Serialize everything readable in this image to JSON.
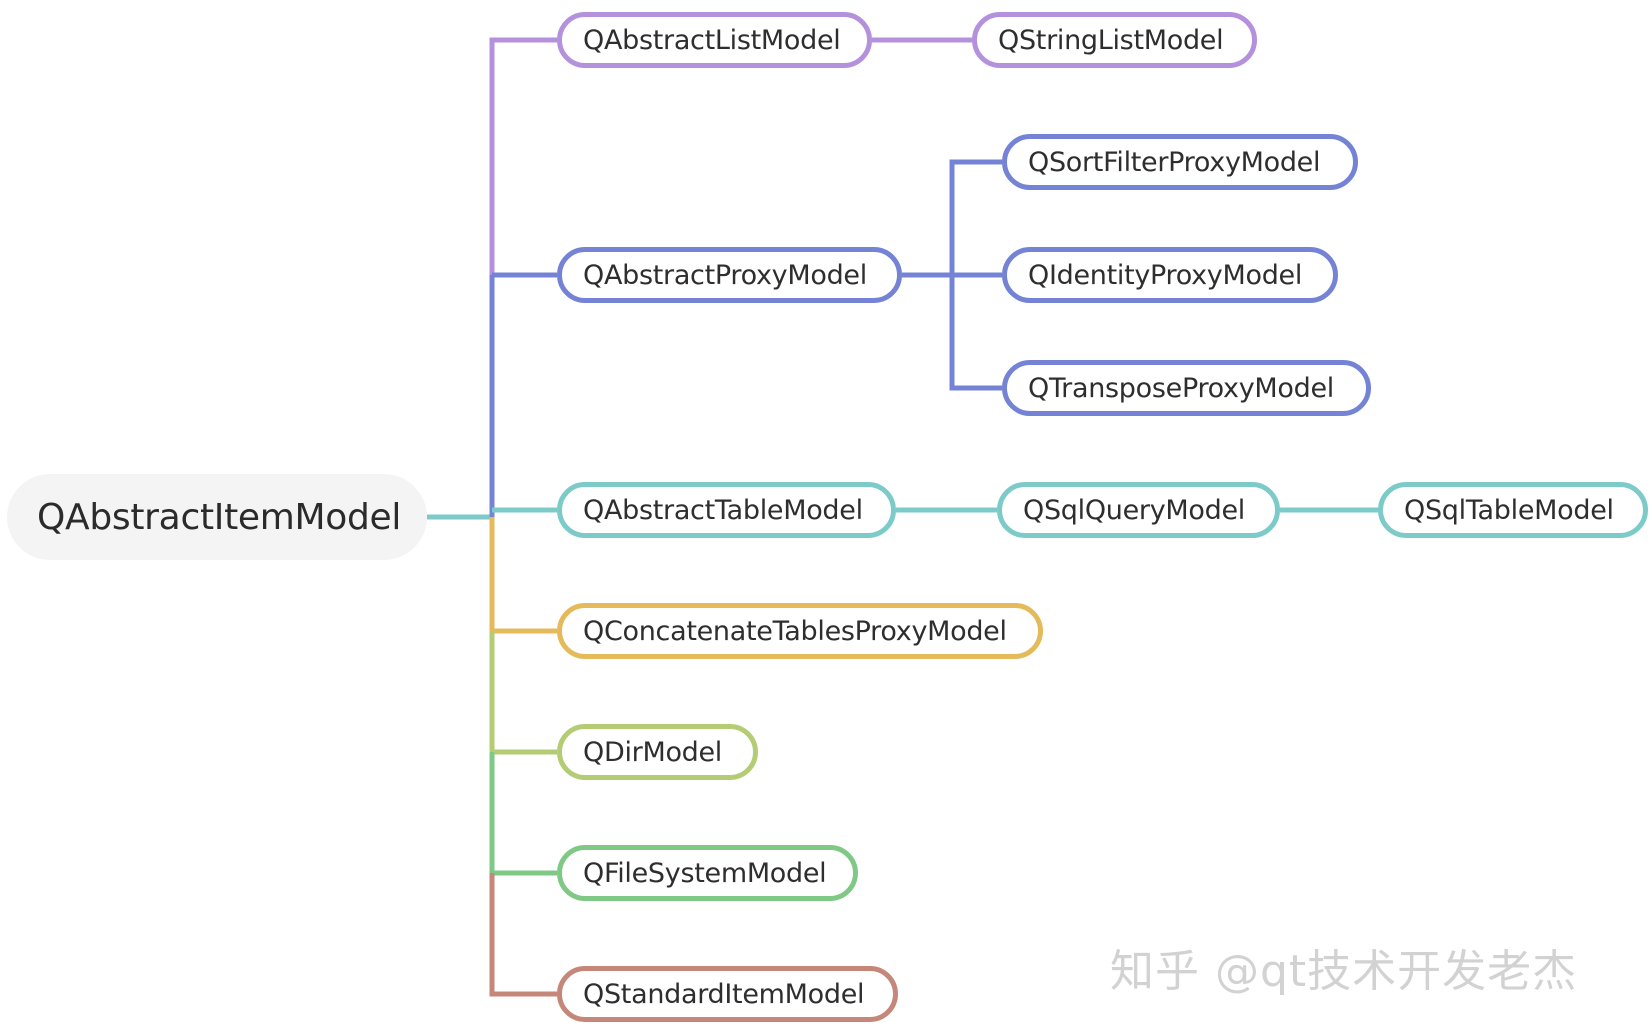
{
  "root": {
    "label": "QAbstractItemModel"
  },
  "colors": {
    "list": "#b491dc",
    "proxy": "#7583d6",
    "table": "#7ccbc8",
    "concatenate": "#e4ba5b",
    "dir": "#b4cd75",
    "filesystem": "#7fc885",
    "standard": "#c4877a"
  },
  "nodes": {
    "abstract_list_model": "QAbstractListModel",
    "string_list_model": "QStringListModel",
    "abstract_proxy_model": "QAbstractProxyModel",
    "sort_filter_proxy_model": "QSortFilterProxyModel",
    "identity_proxy_model": "QIdentityProxyModel",
    "transpose_proxy_model": "QTransposeProxyModel",
    "abstract_table_model": "QAbstractTableModel",
    "sql_query_model": "QSqlQueryModel",
    "sql_table_model": "QSqlTableModel",
    "concatenate_tables_proxy_model": "QConcatenateTablesProxyModel",
    "dir_model": "QDirModel",
    "file_system_model": "QFileSystemModel",
    "standard_item_model": "QStandardItemModel"
  },
  "watermark": "知乎 @qt技术开发老杰"
}
